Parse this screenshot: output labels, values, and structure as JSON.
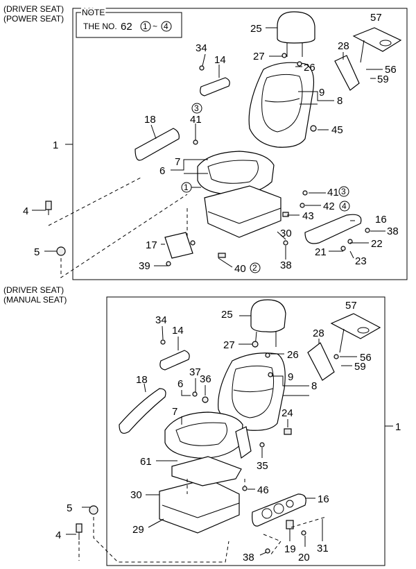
{
  "sections": [
    {
      "title_line1": "(DRIVER SEAT)",
      "title_line2": "(POWER SEAT)",
      "group_label": "1"
    },
    {
      "title_line1": "(DRIVER SEAT)",
      "title_line2": "(MANUAL SEAT)",
      "group_label": "1"
    }
  ],
  "note": {
    "title": "NOTE",
    "prefix": "THE NO.",
    "number": "62",
    "range_start": "1",
    "tilde": "~",
    "range_end": "4"
  },
  "top_labels": {
    "p25": "25",
    "p57": "57",
    "p34": "34",
    "p14": "14",
    "p27": "27",
    "p26": "26",
    "p28": "28",
    "p56": "56",
    "p59": "59",
    "p9": "9",
    "p8": "8",
    "c3a": "3",
    "p41a": "41",
    "p18": "18",
    "p45": "45",
    "p6": "6",
    "p7": "7",
    "c1": "1",
    "p4": "4",
    "p41b": "41",
    "c3b": "3",
    "p42": "42",
    "c4": "4",
    "p43": "43",
    "p16": "16",
    "p38a": "38",
    "p30": "30",
    "p22": "22",
    "p5": "5",
    "p17": "17",
    "p21": "21",
    "p23": "23",
    "p39": "39",
    "p40": "40",
    "c2": "2",
    "p38b": "38"
  },
  "bottom_labels": {
    "p25": "25",
    "p57": "57",
    "p34": "34",
    "p14": "14",
    "p28": "28",
    "p27": "27",
    "p26": "26",
    "p56": "56",
    "p59": "59",
    "p9": "9",
    "p8": "8",
    "p18": "18",
    "p6": "6",
    "p37": "37",
    "p36": "36",
    "p7": "7",
    "p24": "24",
    "p61": "61",
    "p35": "35",
    "p46": "46",
    "p30": "30",
    "p16": "16",
    "p5": "5",
    "p29": "29",
    "p4": "4",
    "p19": "19",
    "p31": "31",
    "p20": "20",
    "p38": "38"
  }
}
